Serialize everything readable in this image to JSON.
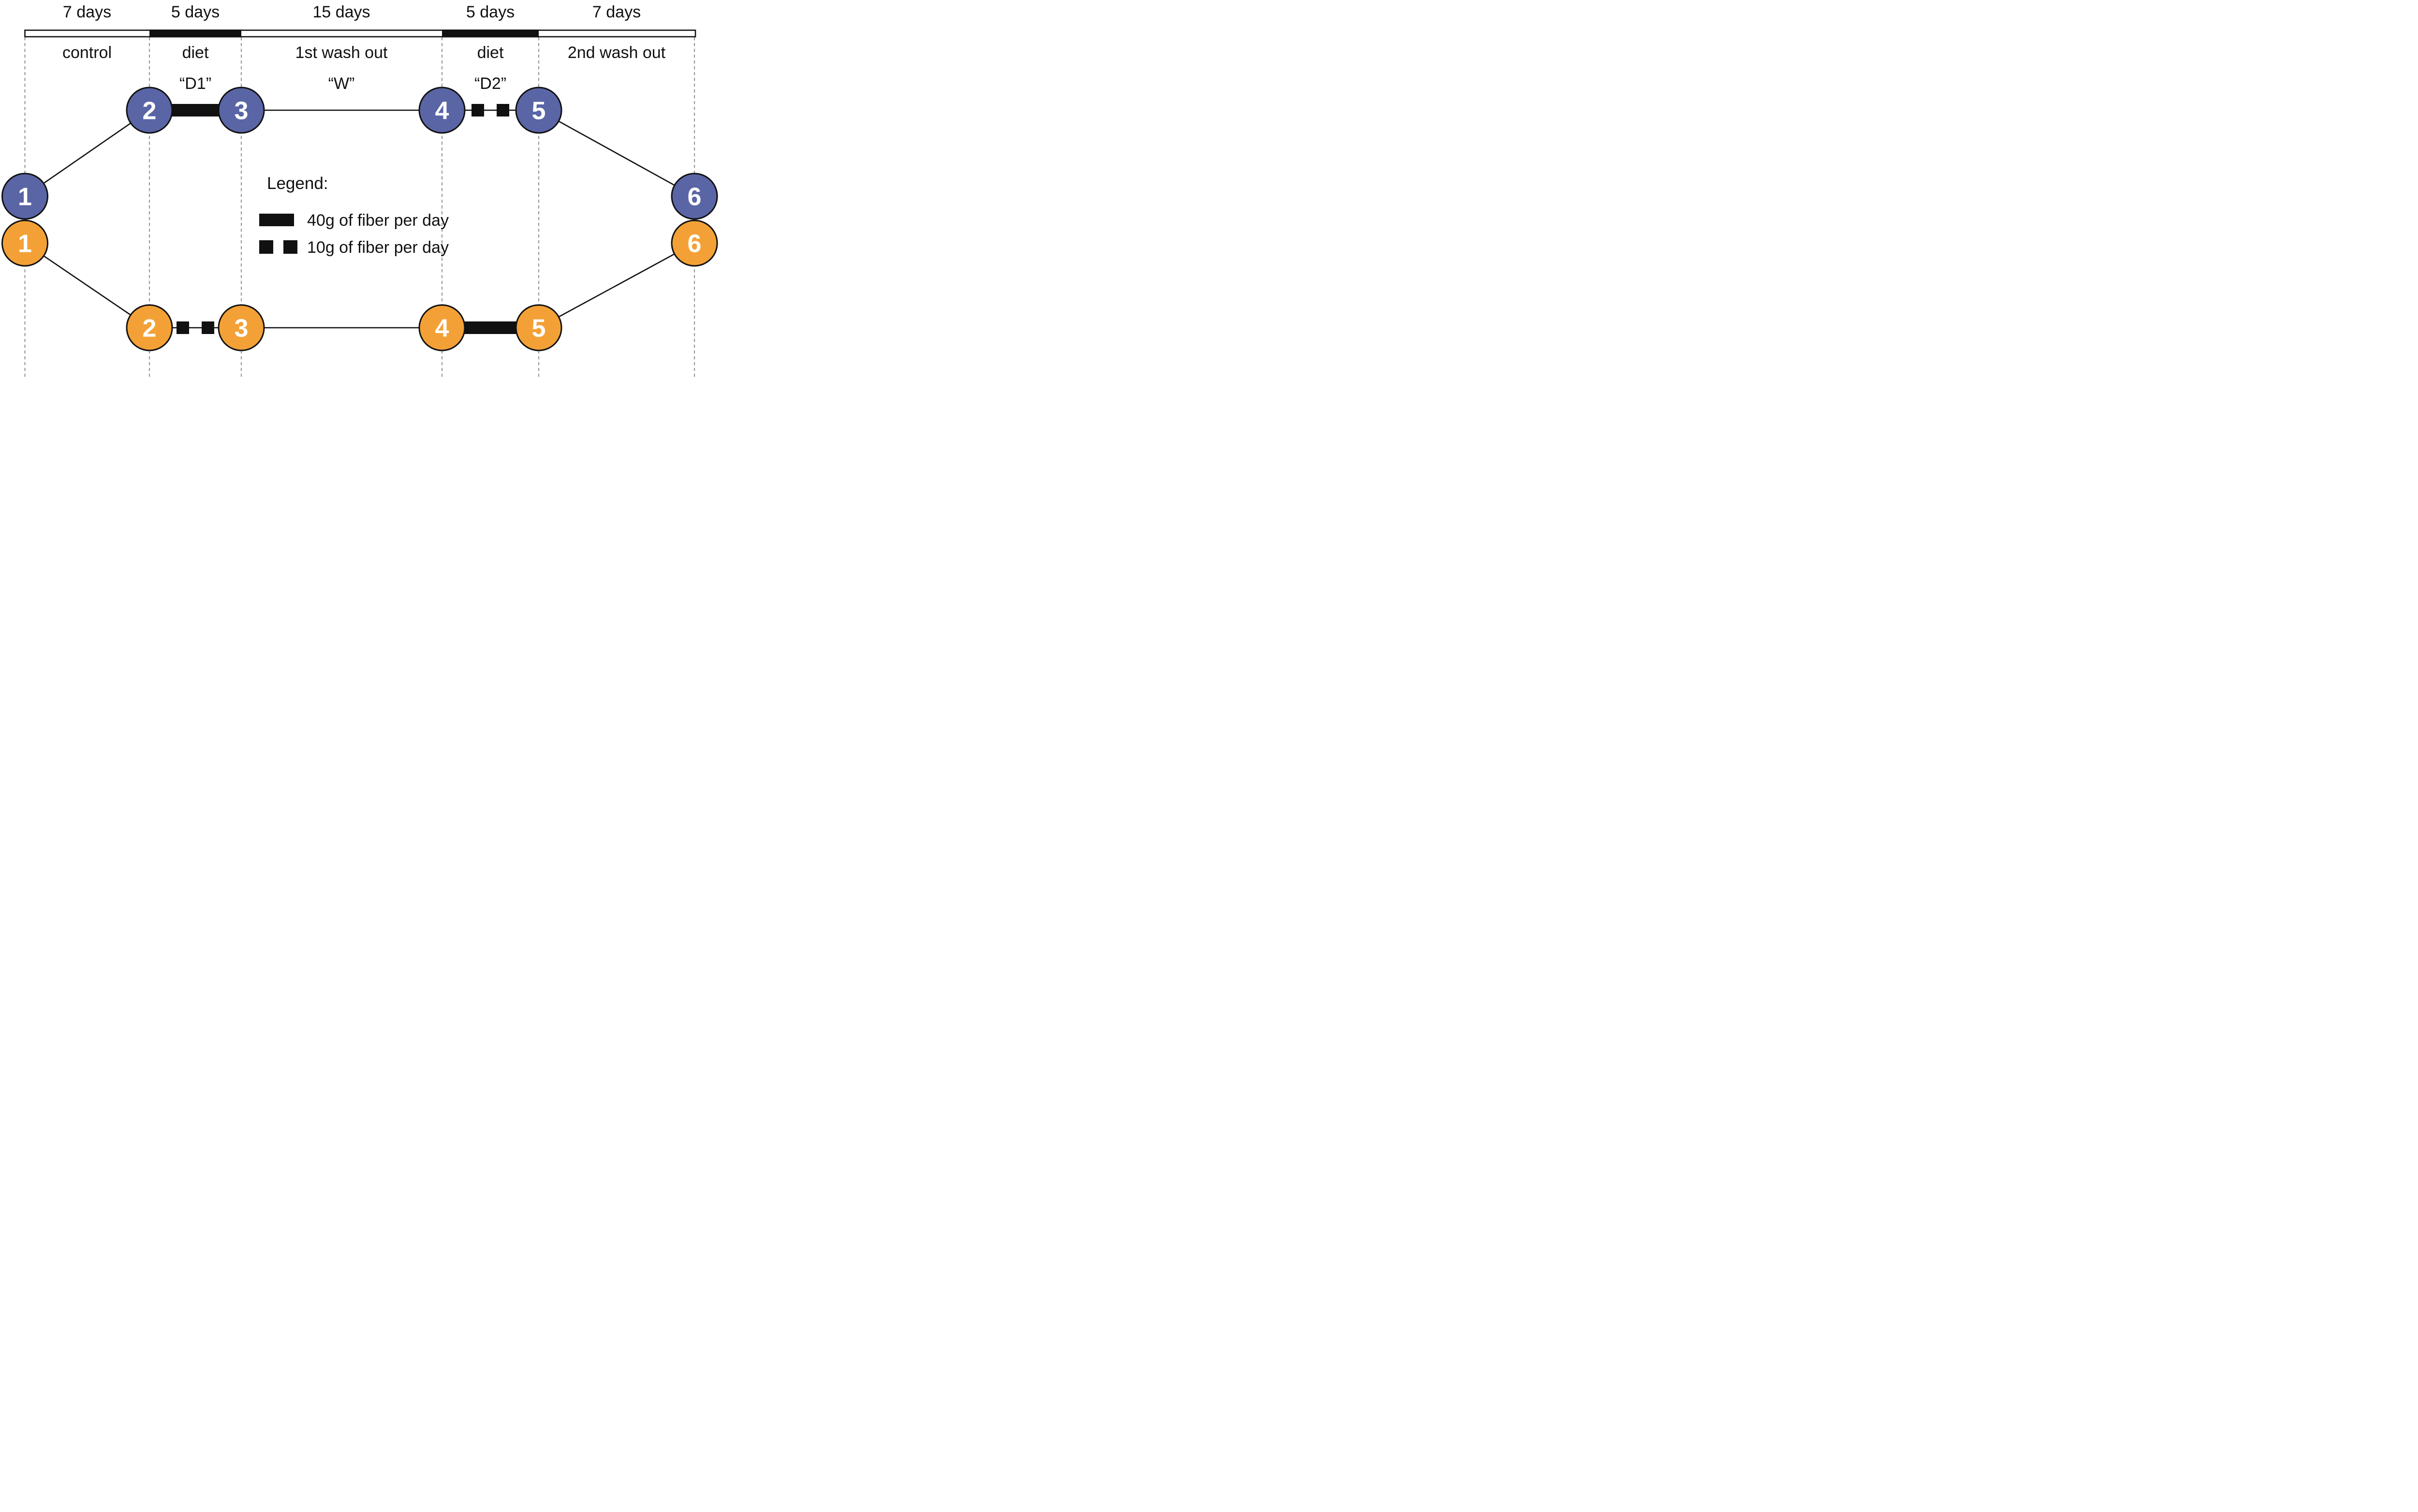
{
  "diagram": {
    "background": "#ffffff",
    "colors": {
      "blue_arm": "#5A65A6",
      "orange_arm": "#F3A137",
      "line": "#111111",
      "dashed_line": "#9a9a9a",
      "node_number": "#ffffff",
      "bar_fill": "#ffffff",
      "bar_diet_fill": "#111111"
    },
    "phases": [
      {
        "duration": "7 days",
        "name": "control",
        "code": "",
        "bar_segment": "white"
      },
      {
        "duration": "5 days",
        "name": "diet",
        "code": "“D1”",
        "bar_segment": "black"
      },
      {
        "duration": "15 days",
        "name": "1st wash out",
        "code": "“W”",
        "bar_segment": "white"
      },
      {
        "duration": "5 days",
        "name": "diet",
        "code": "“D2”",
        "bar_segment": "black"
      },
      {
        "duration": "7 days",
        "name": "2nd wash out",
        "code": "",
        "bar_segment": "white"
      }
    ],
    "arms": [
      {
        "id": "blue",
        "color": "#5A65A6",
        "nodes": [
          "1",
          "2",
          "3",
          "4",
          "5",
          "6"
        ],
        "segments": [
          "plain",
          "thick_40g",
          "plain",
          "squares_10g",
          "plain"
        ]
      },
      {
        "id": "orange",
        "color": "#F3A137",
        "nodes": [
          "1",
          "2",
          "3",
          "4",
          "5",
          "6"
        ],
        "segments": [
          "plain",
          "squares_10g",
          "plain",
          "thick_40g",
          "plain"
        ]
      }
    ],
    "legend": {
      "title": "Legend:",
      "items": [
        {
          "symbol": "thick_40g",
          "label": "40g of fiber per day"
        },
        {
          "symbol": "squares_10g",
          "label": "10g of fiber per day"
        }
      ]
    }
  }
}
